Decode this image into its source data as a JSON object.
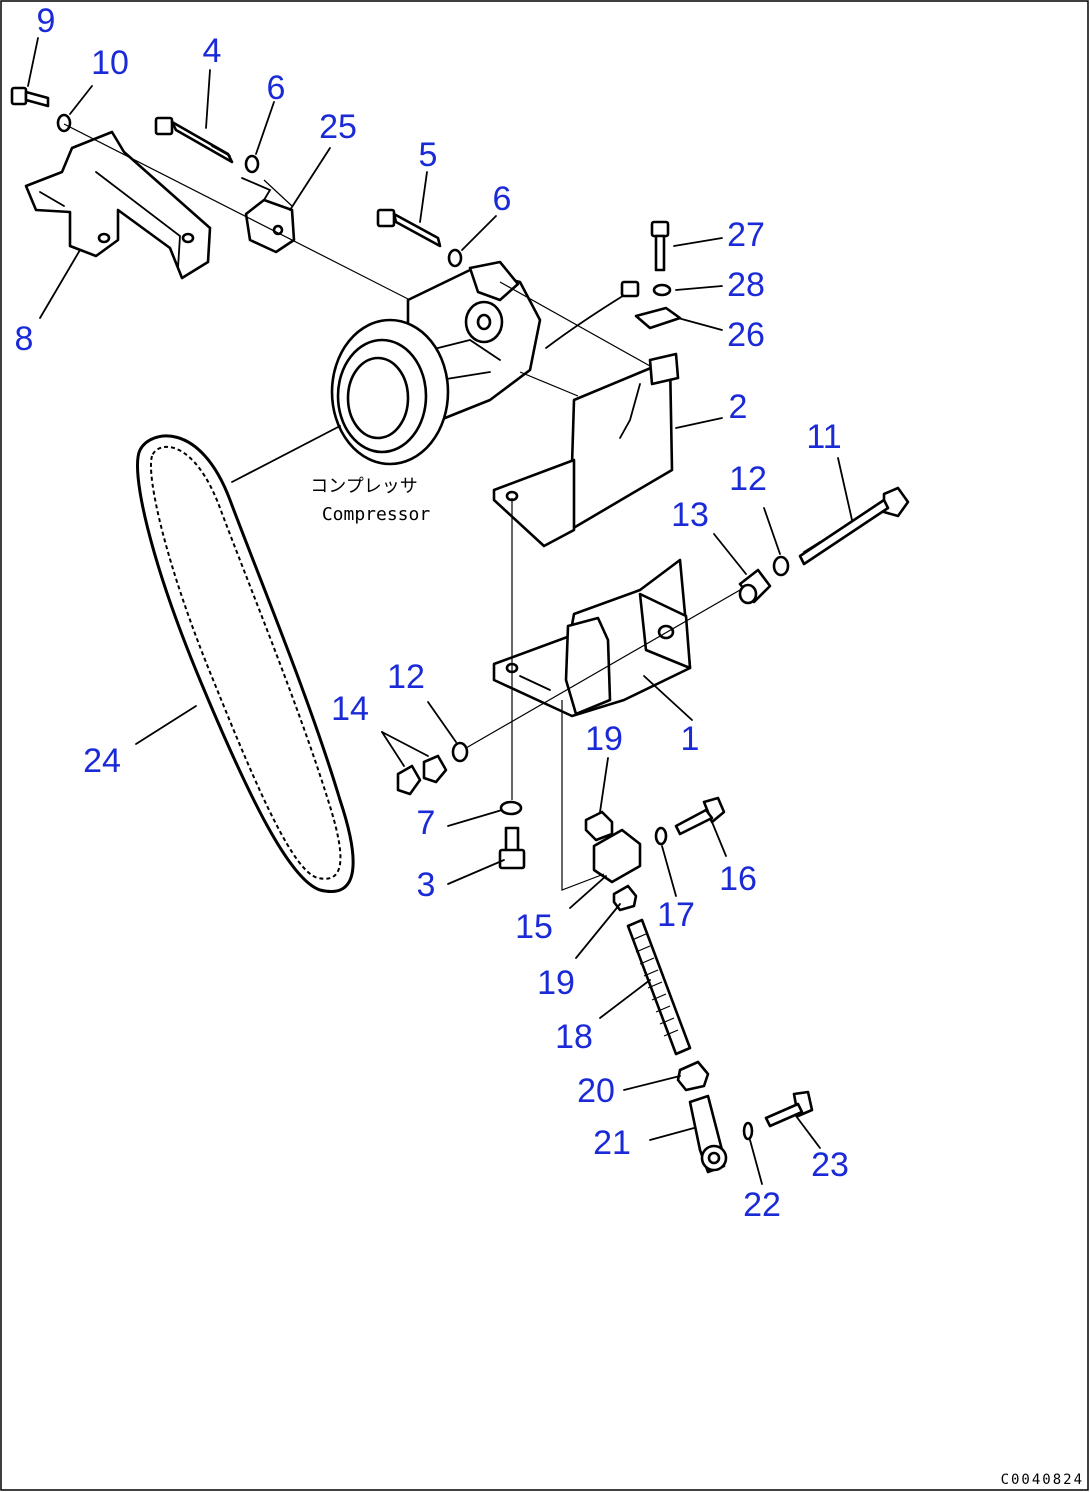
{
  "callouts": {
    "c9": "9",
    "c10": "10",
    "c4": "4",
    "c6a": "6",
    "c25": "25",
    "c5": "5",
    "c6b": "6",
    "c8": "8",
    "c27": "27",
    "c28": "28",
    "c26": "26",
    "c2": "2",
    "c11": "11",
    "c12a": "12",
    "c13": "13",
    "c12b": "12",
    "c14": "14",
    "c1": "1",
    "c19a": "19",
    "c24": "24",
    "c7": "7",
    "c16": "16",
    "c3": "3",
    "c17": "17",
    "c15": "15",
    "c19b": "19",
    "c18": "18",
    "c20": "20",
    "c21": "21",
    "c23": "23",
    "c22": "22"
  },
  "labels": {
    "compressor_jp": "コンプレッサ",
    "compressor_en": "Compressor"
  },
  "drawing_code": "C0040824",
  "colors": {
    "callout": "#1a2ad6",
    "line": "#000000"
  }
}
